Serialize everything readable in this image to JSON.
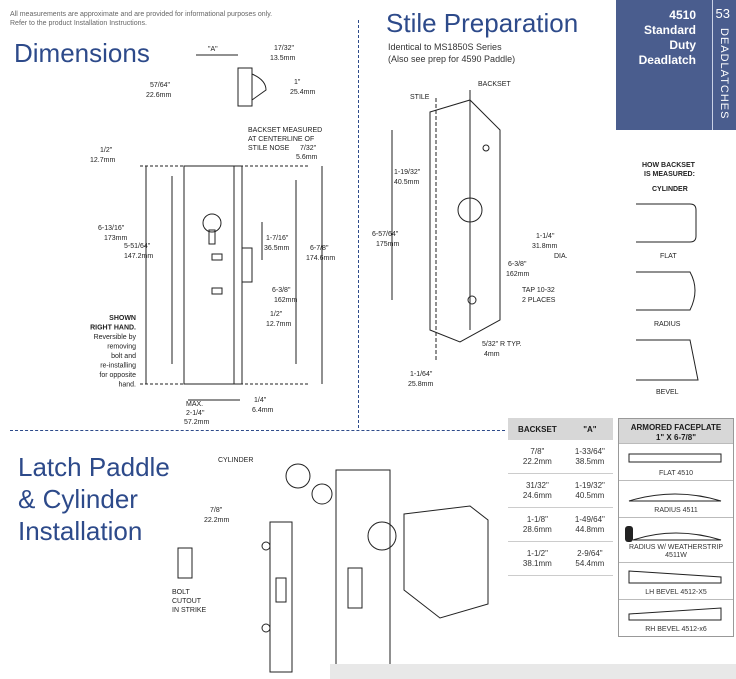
{
  "disclaimer": {
    "line1": "All measurements are approximate and are provided for informational purposes only.",
    "line2": "Refer to the product Installation Instructions."
  },
  "sections": {
    "dimensions": "Dimensions",
    "stile_prep": "Stile Preparation",
    "stile_sub1": "Identical to MS1850S Series",
    "stile_sub2": "(Also see prep for 4590 Paddle)",
    "latch_paddle": "Latch Paddle & Cylinder Installation"
  },
  "tab": {
    "model": "4510",
    "line2": "Standard",
    "line3": "Duty",
    "line4": "Deadlatch",
    "page": "53",
    "category": "DEADLATCHES"
  },
  "dimension_labels": {
    "a": "\"A\"",
    "w1": "17/32\"",
    "w1mm": "13.5mm",
    "d1": "57/64\"",
    "d1mm": "22.6mm",
    "d2": "1\"",
    "d2mm": "25.4mm",
    "backset_note": "BACKSET MEASURED",
    "backset_note2": "AT CENTERLINE OF",
    "backset_note3": "STILE NOSE",
    "s1": "7/32\"",
    "s1mm": "5.6mm",
    "t1": "1/2\"",
    "t1mm": "12.7mm",
    "h1": "6-13/16\"",
    "h1mm": "173mm",
    "h2": "5-51/64\"",
    "h2mm": "147.2mm",
    "h3": "1-7/16\"",
    "h3mm": "36.5mm",
    "h4": "6-7/8\"",
    "h4mm": "174.6mm",
    "h5": "6-3/8\"",
    "h5mm": "162mm",
    "h6": "1/2\"",
    "h6mm": "12.7mm",
    "shown": [
      "SHOWN",
      "RIGHT HAND.",
      "Reversible by",
      "removing",
      "bolt and",
      "re-installing",
      "for opposite",
      "hand."
    ],
    "max": "MAX.",
    "max2": "2-1/4\"",
    "max2mm": "57.2mm",
    "q1": "1/4\"",
    "q1mm": "6.4mm"
  },
  "stile_labels": {
    "stile": "STILE",
    "backset": "BACKSET",
    "a1": "1-19/32\"",
    "a1mm": "40.5mm",
    "a2": "6-57/64\"",
    "a2mm": "175mm",
    "a3": "1-1/4\"",
    "a3mm": "31.8mm",
    "dia": "DIA.",
    "a4": "6-3/8\"",
    "a4mm": "162mm",
    "tap": "TAP 10-32",
    "tap2": "2 PLACES",
    "r": "5/32\" R TYP.",
    "rmm": "4mm",
    "a5": "1-1/64\"",
    "a5mm": "25.8mm"
  },
  "how_backset": {
    "title1": "HOW BACKSET",
    "title2": "IS MEASURED:",
    "cyl": "CYLINDER",
    "flat": "FLAT",
    "radius": "RADIUS",
    "bevel": "BEVEL"
  },
  "latch_labels": {
    "cylinder": "CYLINDER",
    "l1": "7/8\"",
    "l1mm": "22.2mm",
    "bolt": "BOLT",
    "bolt2": "CUTOUT",
    "bolt3": "IN STRIKE"
  },
  "backset_table": {
    "headers": [
      "BACKSET",
      "\"A\""
    ],
    "rows": [
      {
        "b": "7/8\"",
        "bmm": "22.2mm",
        "a": "1-33/64\"",
        "amm": "38.5mm"
      },
      {
        "b": "31/32\"",
        "bmm": "24.6mm",
        "a": "1-19/32\"",
        "amm": "40.5mm"
      },
      {
        "b": "1-1/8\"",
        "bmm": "28.6mm",
        "a": "1-49/64\"",
        "amm": "44.8mm"
      },
      {
        "b": "1-1/2\"",
        "bmm": "38.1mm",
        "a": "2-9/64\"",
        "amm": "54.4mm"
      }
    ]
  },
  "armored": {
    "title": "ARMORED FACEPLATE",
    "subtitle": "1\" X 6-7/8\"",
    "items": [
      "FLAT 4510",
      "RADIUS 4511",
      "RADIUS W/ WEATHERSTRIP",
      "4511W",
      "LH BEVEL 4512-X5",
      "RH BEVEL 4512-x6"
    ]
  }
}
